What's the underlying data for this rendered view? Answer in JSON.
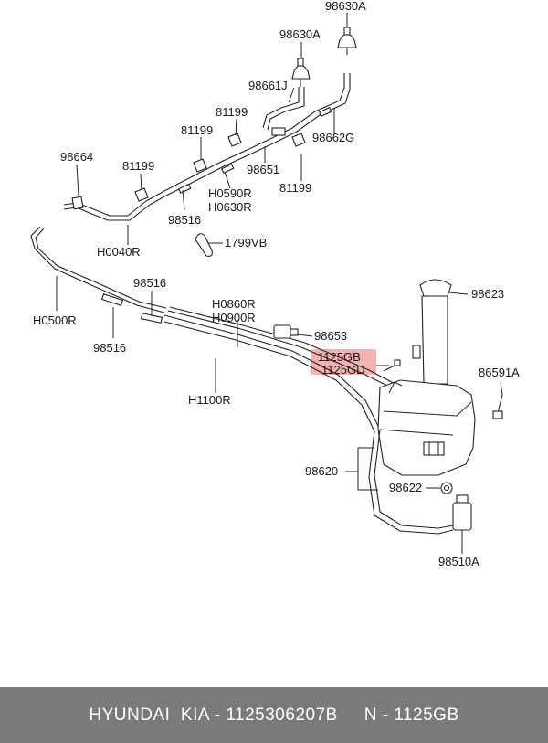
{
  "diagram": {
    "labels": {
      "l98630A_top": "98630A",
      "l98630A": "98630A",
      "l98661J": "98661J",
      "l81199_a": "81199",
      "l81199_b": "81199",
      "l81199_c": "81199",
      "l81199_d": "81199",
      "l98662G": "98662G",
      "l98664": "98664",
      "l98651": "98651",
      "lH0590R": "H0590R",
      "lH0630R": "H0630R",
      "l98516_a": "98516",
      "lH0040R": "H0040R",
      "l1799VB": "1799VB",
      "l98516_b": "98516",
      "lH0500R": "H0500R",
      "l98516_c": "98516",
      "lH0860R": "H0860R",
      "lH0900R": "H0900R",
      "l98653": "98653",
      "l98623": "98623",
      "l1125GB": "1125GB",
      "l1125GD": "1125GD",
      "l86591A": "86591A",
      "lH1100R": "H1100R",
      "l98620": "98620",
      "l98622": "98622",
      "l98510A": "98510A"
    },
    "highlight_color": "#f4a3a3"
  },
  "footer": {
    "text": "HYUNDAI  KIA - 1125306207B     N - 1125GB",
    "background": "#7a7a7a"
  }
}
